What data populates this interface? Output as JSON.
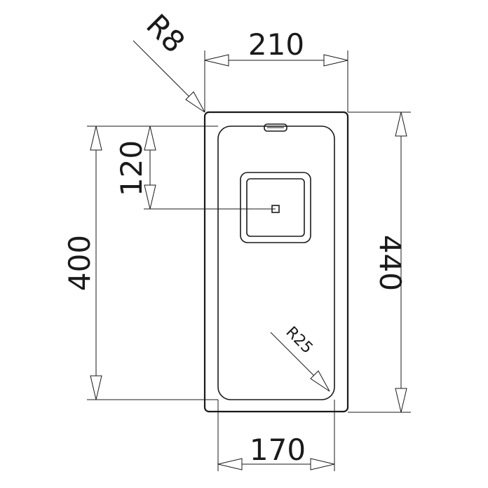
{
  "dimensions": {
    "outer_width": "210",
    "inner_width": "170",
    "outer_height": "440",
    "inner_height": "400",
    "drain_offset": "120",
    "corner_outer_radius": "R8",
    "corner_inner_radius": "R25"
  },
  "colors": {
    "line": "#1a1a1a",
    "background": "#ffffff"
  }
}
